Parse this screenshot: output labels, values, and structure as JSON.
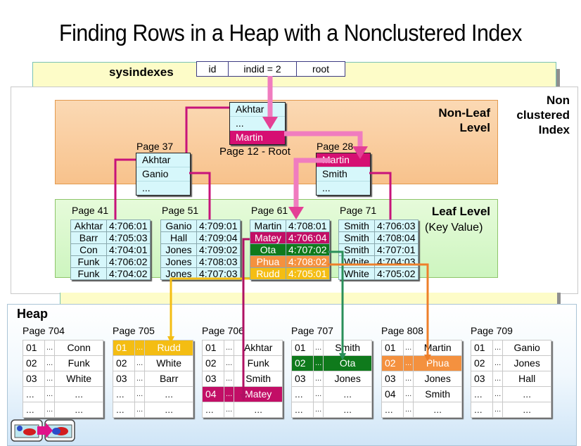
{
  "title": "Finding Rows in a Heap with a Nonclustered Index",
  "sysindexes": {
    "label": "sysindexes",
    "columns": [
      "id",
      "indid = 2",
      "root"
    ]
  },
  "nonclustered": {
    "label_line1": "Non",
    "label_line2": "clustered",
    "label_line3": "Index",
    "nonleaf": {
      "label_line1": "Non-Leaf",
      "label_line2": "Level",
      "root_page": {
        "caption": "Page 12 - Root",
        "rows": [
          "Akhtar",
          "...",
          "Martin"
        ],
        "highlight": 2
      },
      "pages": [
        {
          "caption": "Page 37",
          "rows": [
            "Akhtar",
            "Ganio",
            "..."
          ]
        },
        {
          "caption": "Page 28",
          "rows": [
            "Martin",
            "Smith",
            "..."
          ],
          "highlight": 0
        }
      ]
    },
    "leaf": {
      "label": "Leaf Level",
      "sublabel": "(Key Value)",
      "pages": [
        {
          "caption": "Page 41",
          "rows": [
            [
              "Akhtar",
              "4:706:01"
            ],
            [
              "Barr",
              "4:705:03"
            ],
            [
              "Con",
              "4:704:01"
            ],
            [
              "Funk",
              "4:706:02"
            ],
            [
              "Funk",
              "4:704:02"
            ]
          ]
        },
        {
          "caption": "Page 51",
          "rows": [
            [
              "Ganio",
              "4:709:01"
            ],
            [
              "Hall",
              "4:709:04"
            ],
            [
              "Jones",
              "4:709:02"
            ],
            [
              "Jones",
              "4:708:03"
            ],
            [
              "Jones",
              "4:707:03"
            ]
          ]
        },
        {
          "caption": "Page 61",
          "rows": [
            [
              "Martin",
              "4:708:01"
            ],
            [
              "Matey",
              "4:706:04"
            ],
            [
              "Ota",
              "4:707:02"
            ],
            [
              "Phua",
              "4:708:02"
            ],
            [
              "Rudd",
              "4:705:01"
            ]
          ]
        },
        {
          "caption": "Page 71",
          "rows": [
            [
              "Smith",
              "4:706:03"
            ],
            [
              "Smith",
              "4:708:04"
            ],
            [
              "Smith",
              "4:707:01"
            ],
            [
              "White",
              "4:704:03"
            ],
            [
              "White",
              "4:705:02"
            ]
          ]
        }
      ]
    }
  },
  "heap": {
    "label": "Heap",
    "pages": [
      {
        "caption": "Page 704",
        "rows": [
          [
            "01",
            "...",
            "Conn"
          ],
          [
            "02",
            "...",
            "Funk"
          ],
          [
            "03",
            "...",
            "White"
          ],
          [
            "...",
            "...",
            "..."
          ],
          [
            "...",
            "...",
            "..."
          ]
        ]
      },
      {
        "caption": "Page 705",
        "rows": [
          [
            "01",
            "...",
            "Rudd"
          ],
          [
            "02",
            "...",
            "White"
          ],
          [
            "03",
            "...",
            "Barr"
          ],
          [
            "...",
            "...",
            "..."
          ],
          [
            "...",
            "...",
            "..."
          ]
        ]
      },
      {
        "caption": "Page 706",
        "rows": [
          [
            "01",
            "...",
            "Akhtar"
          ],
          [
            "02",
            "...",
            "Funk"
          ],
          [
            "03",
            "...",
            "Smith"
          ],
          [
            "04",
            "...",
            "Matey"
          ],
          [
            "...",
            "...",
            "..."
          ]
        ]
      },
      {
        "caption": "Page 707",
        "rows": [
          [
            "01",
            "...",
            "Smith"
          ],
          [
            "02",
            "...",
            "Ota"
          ],
          [
            "03",
            "...",
            "Jones"
          ],
          [
            "...",
            "...",
            "..."
          ],
          [
            "...",
            "...",
            "..."
          ]
        ]
      },
      {
        "caption": "Page 808",
        "rows": [
          [
            "01",
            "...",
            "Martin"
          ],
          [
            "02",
            "...",
            "Phua"
          ],
          [
            "03",
            "...",
            "Jones"
          ],
          [
            "04",
            "...",
            "Smith"
          ],
          [
            "...",
            "...",
            "..."
          ]
        ]
      },
      {
        "caption": "Page 709",
        "rows": [
          [
            "01",
            "...",
            "Ganio"
          ],
          [
            "02",
            "...",
            "Jones"
          ],
          [
            "03",
            "...",
            "Hall"
          ],
          [
            "...",
            "...",
            "..."
          ],
          [
            "...",
            "...",
            "..."
          ]
        ]
      }
    ]
  },
  "colors": {
    "magenta": "#d60f72",
    "green": "#0f7a1c",
    "orange": "#f4913f",
    "yellow": "#f4bd13",
    "pointer_pink": "#e43f95"
  },
  "nav": {
    "icon": "slide-transition-icon"
  }
}
